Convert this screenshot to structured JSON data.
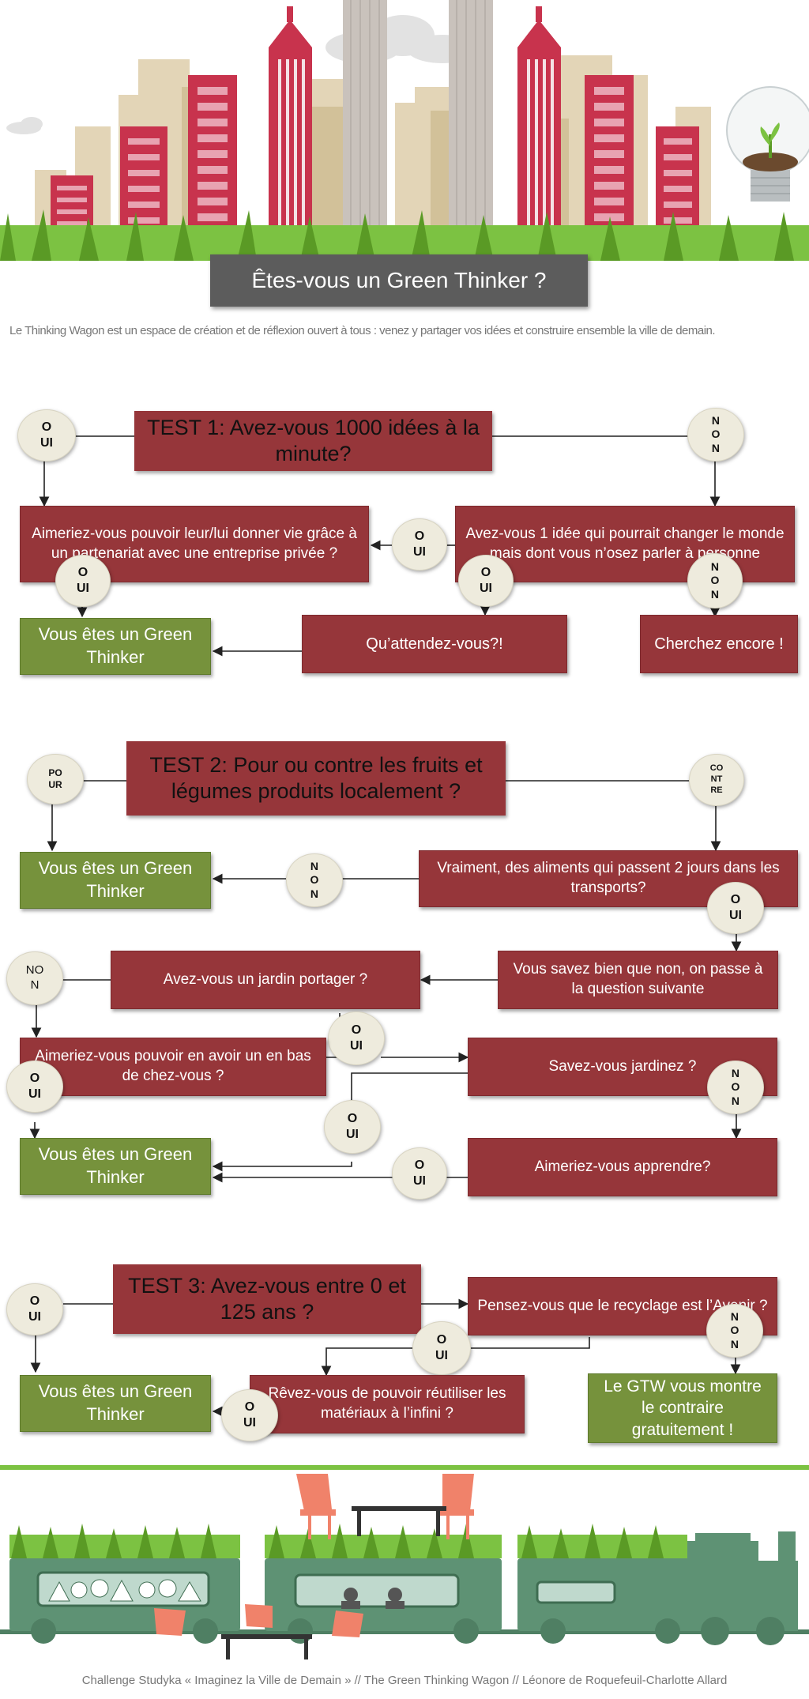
{
  "header": {
    "title": "Êtes-vous un Green Thinker ?",
    "intro": "Le Thinking Wagon est un espace de création et de réflexion ouvert à tous : venez y partager vos idées et construire ensemble la ville de demain."
  },
  "test1": {
    "title": "TEST 1: Avez-vous 1000 idées à la minute?",
    "yes_top": "O\nUI",
    "no_top": "N\nO\nN",
    "q_partner": "Aimeriez-vous pouvoir leur/lui donner vie grâce à un partenariat avec une entreprise privée ?",
    "q_idea": "Avez-vous 1 idée qui pourrait changer le monde mais dont vous n’osez parler à personne",
    "yes_mid": "O\nUI",
    "yes_left": "O\nUI",
    "yes_right": "O\nUI",
    "no_right": "N\nO\nN",
    "result_green": "Vous êtes un Green Thinker",
    "q_wait": "Qu’attendez-vous?!",
    "q_search": "Cherchez encore !"
  },
  "test2": {
    "title": "TEST 2: Pour ou contre les fruits et légumes produits localement ?",
    "pour": "PO\nUR",
    "contre": "CO\nNT\nRE",
    "result_green_1": "Vous êtes un Green Thinker",
    "non_1": "N\nO\nN",
    "q_transport": "Vraiment, des aliments qui passent 2 jours dans les transports?",
    "oui_1": "O\nUI",
    "q_garden": "Avez-vous un jardin portager ?",
    "q_know": "Vous savez bien que non, on passe à la question suivante",
    "non_2": "NO\nN",
    "oui_2": "O\nUI",
    "q_want_garden": "Aimeriez-vous pouvoir en avoir un en bas de chez-vous ?",
    "q_garden_skill": "Savez-vous jardinez ?",
    "oui_3": "O\nUI",
    "non_3": "N\nO\nN",
    "oui_4": "O\nUI",
    "result_green_2": "Vous êtes un Green Thinker",
    "oui_5": "O\nUI",
    "q_learn": "Aimeriez-vous apprendre?"
  },
  "test3": {
    "title": "TEST 3: Avez-vous entre 0 et 125 ans ?",
    "oui_left": "O\nUI",
    "q_recycle": "Pensez-vous que le recyclage est l’Avenir ?",
    "non_right": "N\nO\nN",
    "oui_mid": "O\nUI",
    "result_green": "Vous êtes un Green Thinker",
    "q_reuse": "Rêvez-vous de pouvoir réutiliser les matériaux à l’infini ?",
    "oui_bottom": "O\nUI",
    "gtw": "Le GTW vous montre le contraire gratuitement !"
  },
  "footer": {
    "credits": "Challenge Studyka « Imaginez la Ville de Demain » // The Green Thinking Wagon // Léonore de Roquefeuil-Charlotte Allard"
  },
  "colors": {
    "red_box": "#96363a",
    "green_box": "#76923c",
    "circle": "#eeebdd",
    "title_bar": "#5c5c5c",
    "train": "#5e9274",
    "grass": "#7cc242",
    "chair": "#f0826a"
  }
}
